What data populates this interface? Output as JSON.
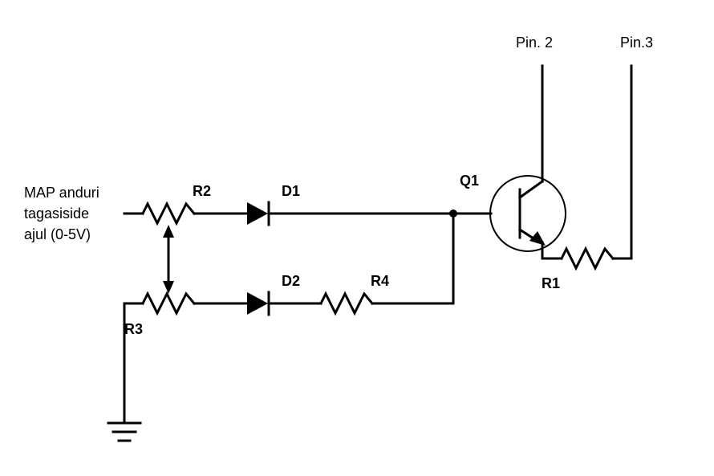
{
  "input_label": {
    "line1": "MAP anduri",
    "line2": "tagasiside",
    "line3": "ajul (0-5V)"
  },
  "components": {
    "r1": "R1",
    "r2": "R2",
    "r3": "R3",
    "r4": "R4",
    "d1": "D1",
    "d2": "D2",
    "q1": "Q1"
  },
  "pins": {
    "pin2": "Pin. 2",
    "pin3": "Pin.3"
  }
}
